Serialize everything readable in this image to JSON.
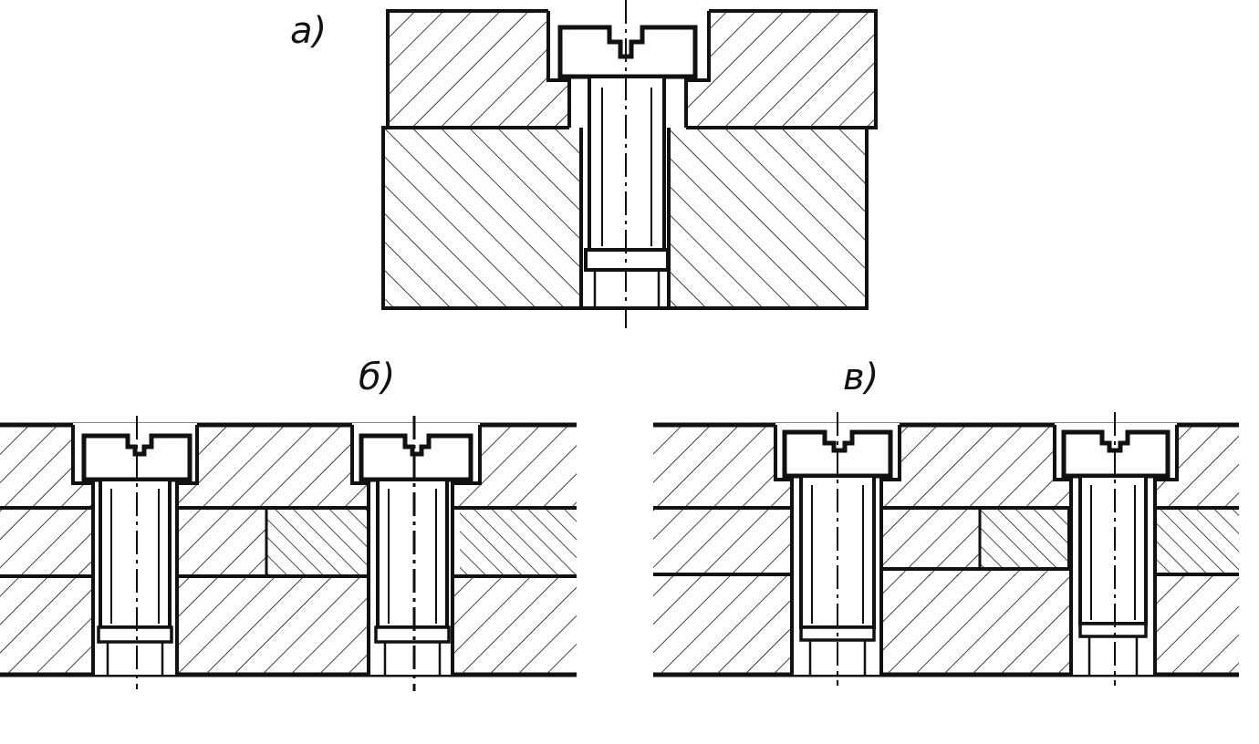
{
  "captions": {
    "a": "а)",
    "b": "б)",
    "c": "в)"
  },
  "colors": {
    "ink": "#111111",
    "paper": "#ffffff"
  }
}
